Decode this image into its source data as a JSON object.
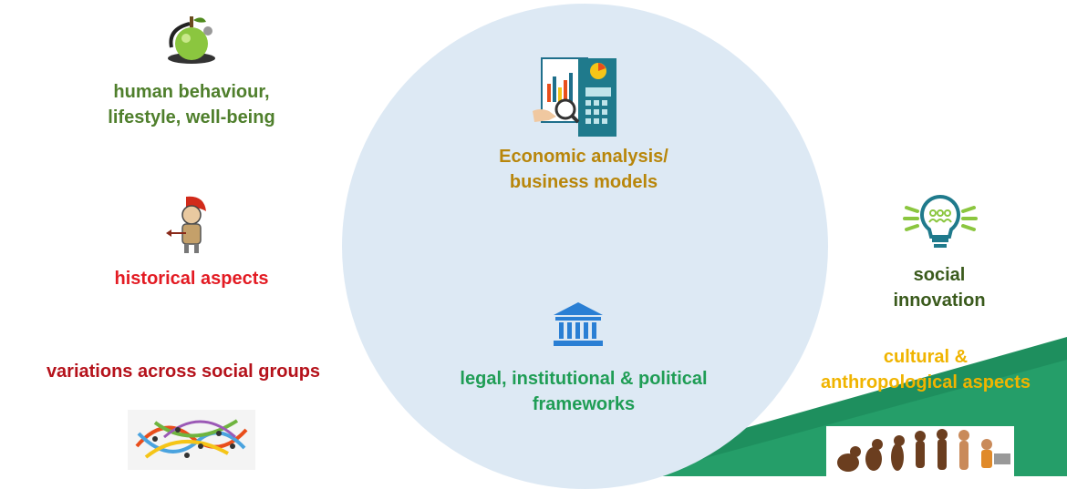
{
  "colors": {
    "circle": "#dde9f4",
    "green_dark": "#4f7f2c",
    "red": "#e31b23",
    "dark_red": "#b5121b",
    "gold": "#b8860b",
    "teal_green": "#1f9d55",
    "olive": "#3a5a1c",
    "yellow": "#f0b400",
    "wedge": "#2a9a6a"
  },
  "topics": {
    "behaviour": {
      "line1": "human behaviour,",
      "line2": "lifestyle, well-being"
    },
    "historical": {
      "text": "historical aspects"
    },
    "variations": {
      "text": "variations across social groups"
    },
    "economic": {
      "line1": "Economic analysis/",
      "line2": "business models"
    },
    "legal": {
      "line1": "legal, institutional & political",
      "line2": "frameworks"
    },
    "social_innovation": {
      "line1": "social",
      "line2": "innovation"
    },
    "cultural": {
      "line1": "cultural &",
      "line2": "anthropological aspects"
    }
  },
  "icons": {
    "apple": "apple-stethoscope-icon",
    "gladiator": "roman-soldier-icon",
    "network": "social-network-icon",
    "analytics": "analytics-dashboard-icon",
    "institution": "government-building-icon",
    "bulb": "lightbulb-people-icon",
    "evolution": "human-evolution-icon"
  }
}
